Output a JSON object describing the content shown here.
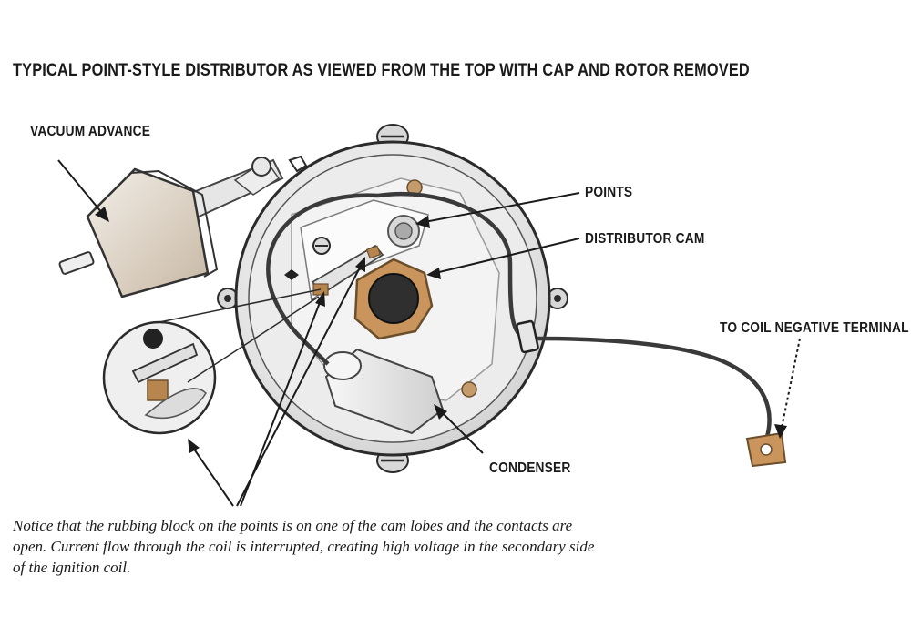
{
  "title": "TYPICAL POINT-STYLE DISTRIBUTOR AS VIEWED FROM THE TOP WITH CAP AND ROTOR REMOVED",
  "labels": {
    "vacuum_advance": "VACUUM ADVANCE",
    "points": "POINTS",
    "distributor_cam": "DISTRIBUTOR CAM",
    "coil_negative": "TO COIL NEGATIVE TERMINAL",
    "condenser": "CONDENSER"
  },
  "note": "Notice that the rubbing block on the points is on one of the cam lobes and the contacts are open. Current flow through the coil is interrupted, creating high voltage in the secondary side of the ignition coil.",
  "colors": {
    "outline": "#2b2b2b",
    "housing": "#e9e9e9",
    "plate": "#f4f4f4",
    "copper": "#b7864f",
    "wire": "#333333"
  }
}
